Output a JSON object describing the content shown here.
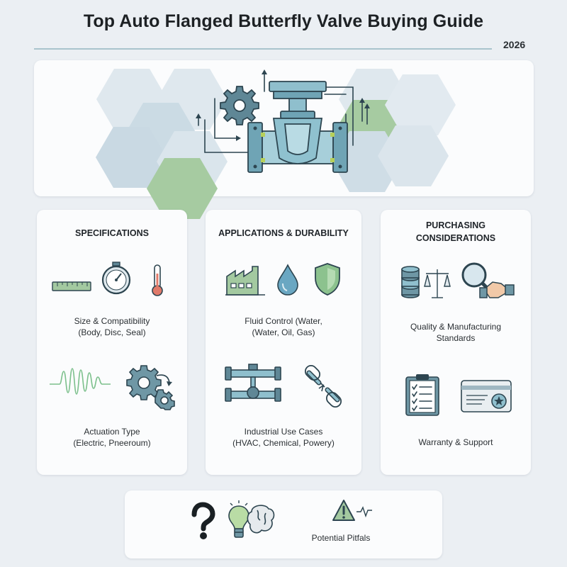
{
  "header": {
    "title": "Top Auto Flanged Butterfly Valve Buying Guide",
    "year": "2026"
  },
  "hero": {
    "icons": [
      "gear-icon",
      "butterfly-valve-icon",
      "flow-arrows-icon"
    ],
    "colors": {
      "hex_blue": "#cfdde5",
      "hex_green": "#a3c9a0",
      "valve": "#8fc1cf",
      "outline": "#2d4550"
    }
  },
  "columns": [
    {
      "title": "SPECIFICATIONS",
      "items": [
        {
          "caption": "Size & Compatibility\n(Body, Disc, Seal)",
          "icons": [
            "ruler-icon",
            "pressure-gauge-icon",
            "thermometer-icon"
          ]
        },
        {
          "caption": "Actuation Type\n(Electric, Pneeroum)",
          "icons": [
            "waveform-icon",
            "gears-icon"
          ]
        }
      ]
    },
    {
      "title": "APPLICATIONS & DURABILITY",
      "items": [
        {
          "caption": "Fluid Control (Water,\n(Water, Oil, Gas)",
          "icons": [
            "factory-icon",
            "water-drop-icon",
            "shield-icon"
          ]
        },
        {
          "caption": "Industrial Use Cases\n(HVAC, Chemical, Powery)",
          "icons": [
            "pipe-valve-icon",
            "broken-chain-icon"
          ]
        }
      ]
    },
    {
      "title": "PURCHASING\nCONSIDERATIONS",
      "items": [
        {
          "caption": "Quality & Manufacturing\nStandards",
          "icons": [
            "coin-scale-icon",
            "magnifier-handshake-icon"
          ]
        },
        {
          "caption": "Warranty & Support",
          "icons": [
            "clipboard-checklist-icon",
            "warranty-card-icon"
          ]
        }
      ]
    }
  ],
  "footer": {
    "caption": "Potential Pitfals",
    "icons": [
      "question-mark-icon",
      "lightbulb-brain-icon",
      "warning-icon"
    ]
  }
}
